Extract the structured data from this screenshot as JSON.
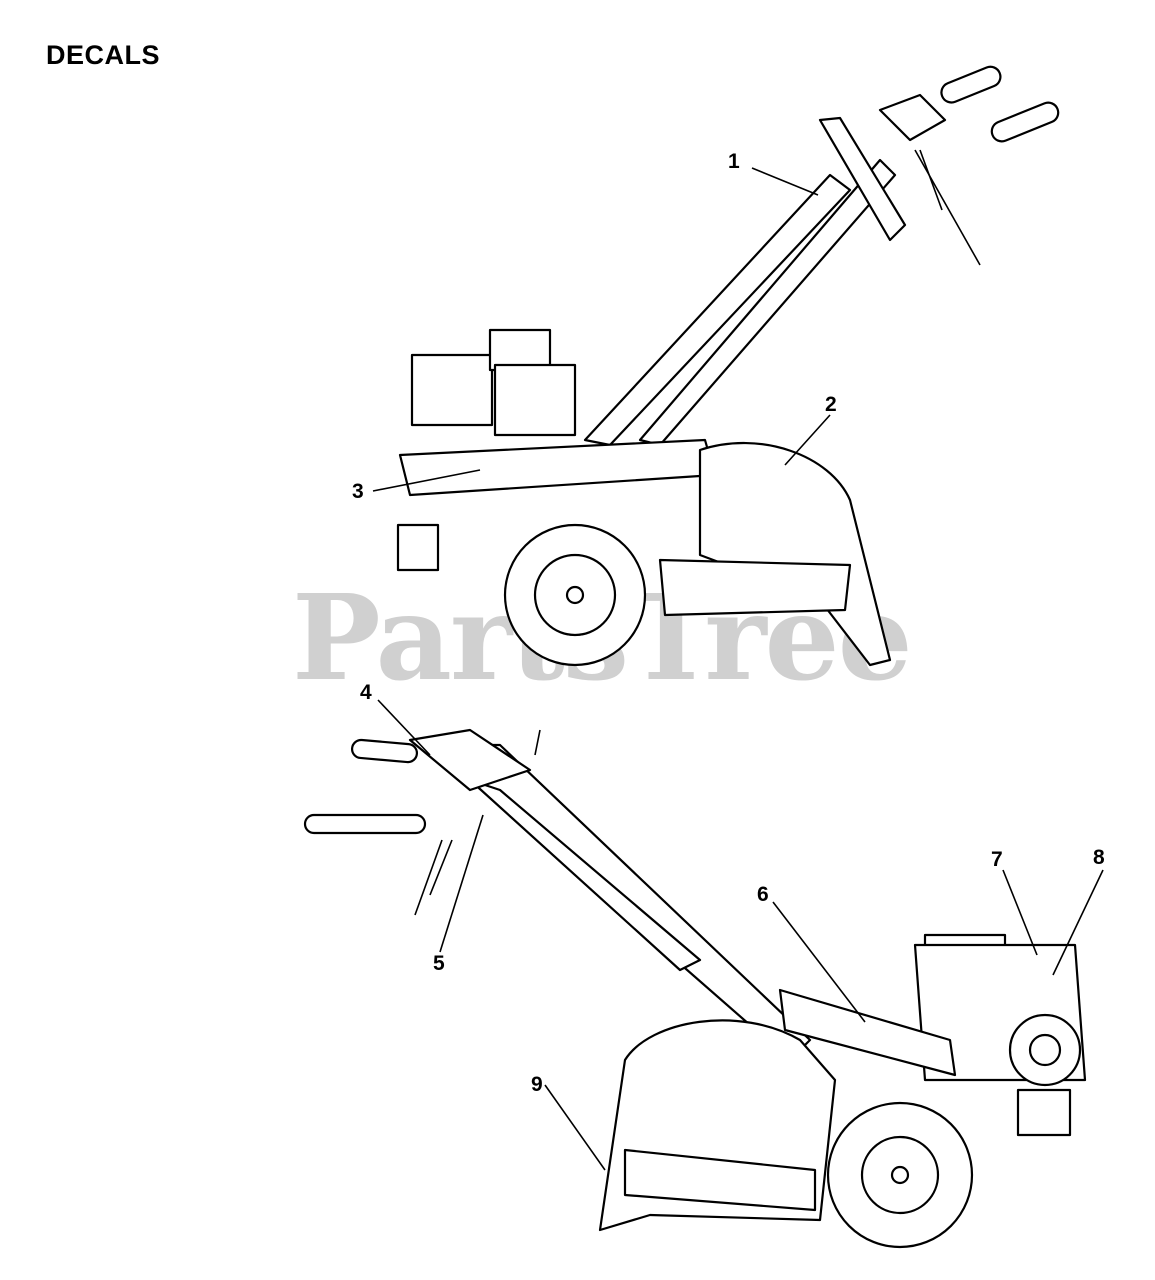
{
  "title": "DECALS",
  "watermark": "PartsTree",
  "callouts": [
    {
      "label": "1"
    },
    {
      "label": "2"
    },
    {
      "label": "3"
    },
    {
      "label": "4"
    },
    {
      "label": "5"
    },
    {
      "label": "6"
    },
    {
      "label": "7"
    },
    {
      "label": "8"
    },
    {
      "label": "9"
    }
  ]
}
